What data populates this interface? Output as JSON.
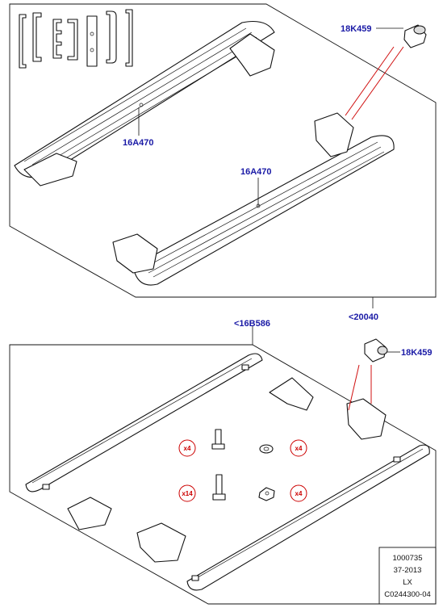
{
  "callouts": {
    "sleeve_top": "18K459",
    "step_upper": "16A470",
    "step_lower": "16A470",
    "assembly_top": "<20040",
    "rail_kit": "<16B586",
    "sleeve_bottom": "18K459"
  },
  "quantities": {
    "bolt_short": "x4",
    "washer": "x4",
    "bolt_long": "x14",
    "nut": "x4"
  },
  "info_box": {
    "line1": "1000735",
    "line2": "37-2013",
    "line3": "LX",
    "line4": "C0244300-04"
  }
}
